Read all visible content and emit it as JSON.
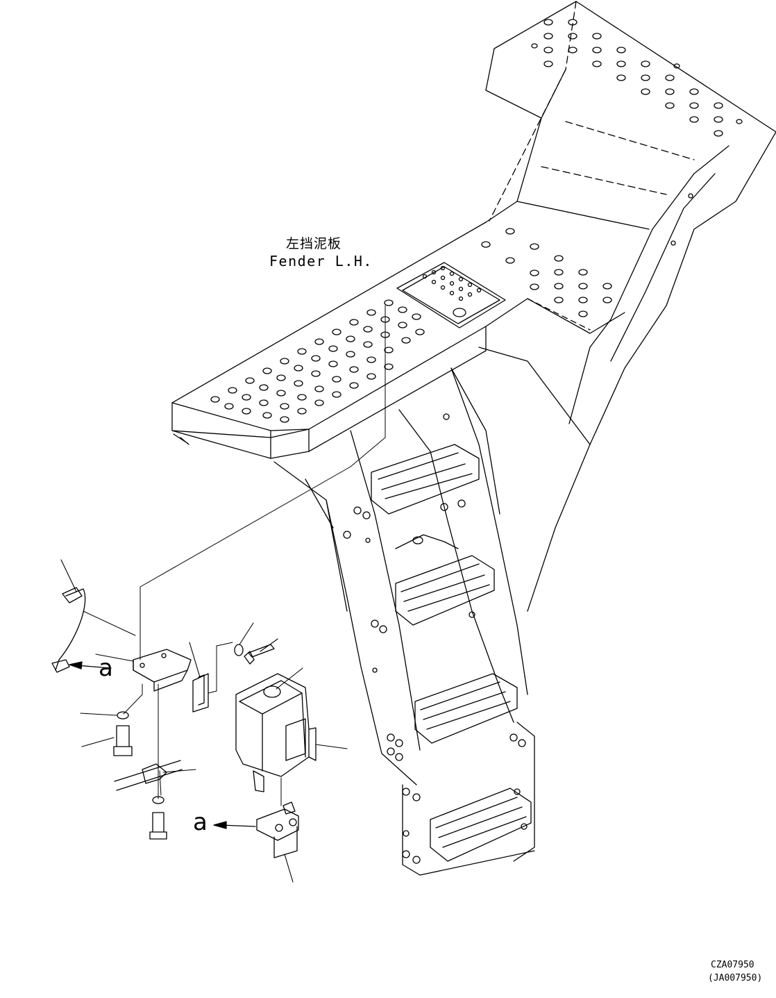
{
  "labels": {
    "fender_cn": "左挡泥板",
    "fender_en": "Fender L.H.",
    "ref_a_1": "a",
    "ref_a_2": "a",
    "drawing_code": "CZA07950",
    "drawing_code_alt": "(JA007950)"
  }
}
